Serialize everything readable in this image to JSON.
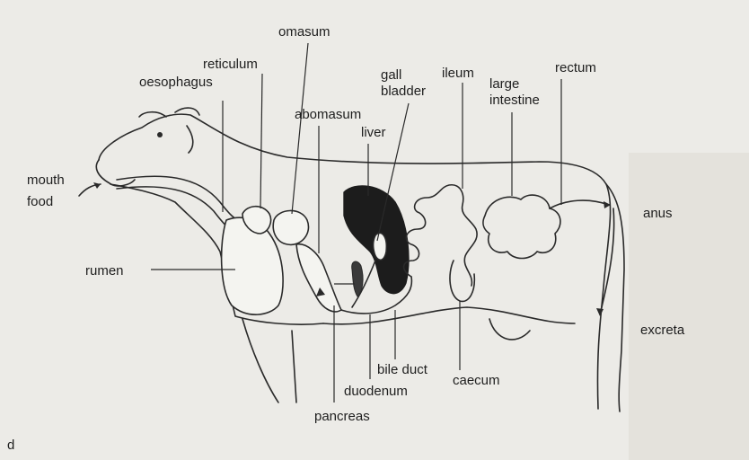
{
  "labels": {
    "omasum": "omasum",
    "reticulum": "reticulum",
    "oesophagus": "oesophagus",
    "gall_bladder_line1": "gall",
    "gall_bladder_line2": "bladder",
    "ileum": "ileum",
    "large_intestine_line1": "large",
    "large_intestine_line2": "intestine",
    "rectum": "rectum",
    "abomasum": "abomasum",
    "liver": "liver",
    "mouth_food_line1": "mouth",
    "mouth_food_line2": "food",
    "anus": "anus",
    "rumen": "rumen",
    "excreta": "excreta",
    "bile_duct": "bile duct",
    "caecum": "caecum",
    "duodenum": "duodenum",
    "pancreas": "pancreas"
  },
  "page_fragment": "d"
}
